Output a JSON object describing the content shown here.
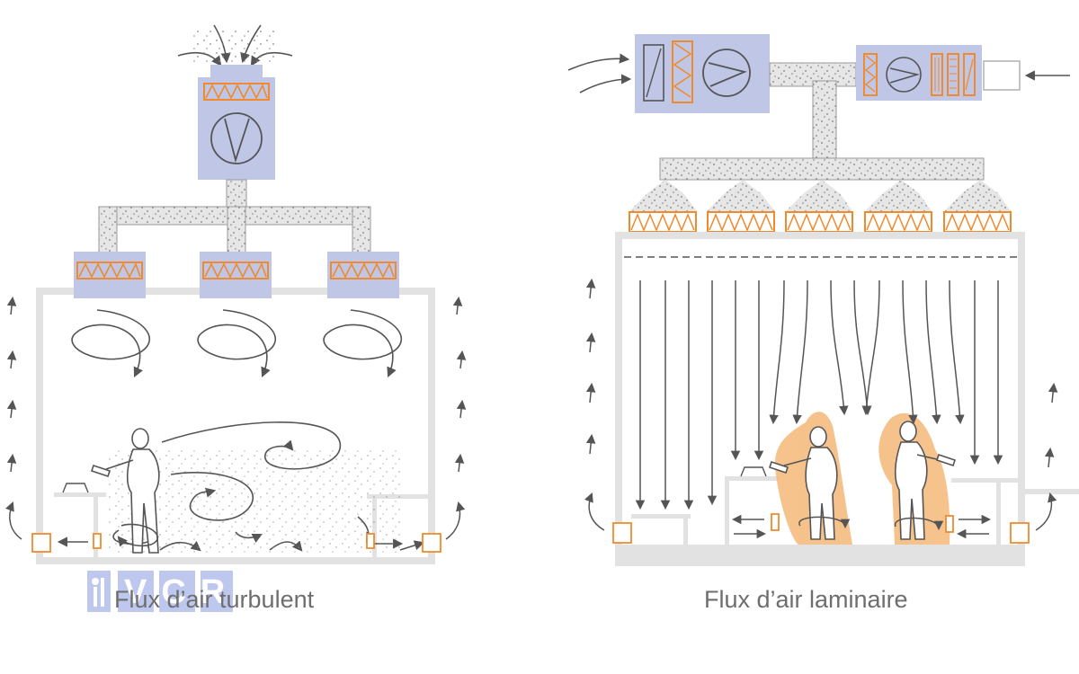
{
  "diagrams": {
    "turbulent": {
      "caption": "Flux d’air turbulent"
    },
    "laminar": {
      "caption": "Flux d’air laminaire"
    }
  },
  "watermark": {
    "text": "VCR"
  },
  "colors": {
    "unit": "#bfc6e6",
    "filter": "#f08a2c",
    "duct": "#e6e6e6",
    "arrow": "#555555",
    "particle": "#808080",
    "contamination": "#f5b878",
    "caption": "#6e6e6e",
    "watermark": "#a9b6ea"
  },
  "icons": [
    "fan-icon",
    "hepa-filter-icon",
    "air-arrow-icon",
    "operator-figure-icon",
    "return-grille-icon"
  ]
}
